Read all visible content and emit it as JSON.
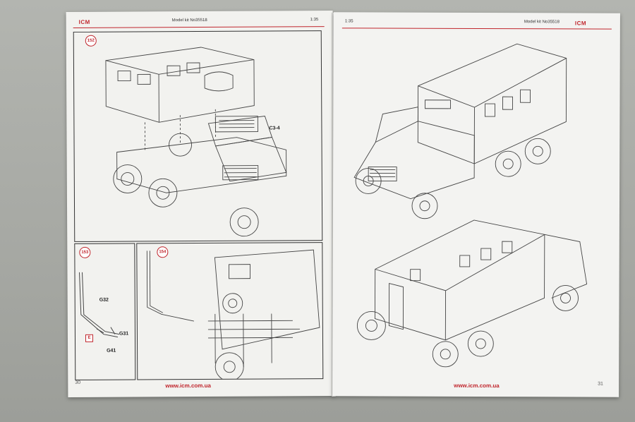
{
  "left_page": {
    "brand": "ICM",
    "model_kit": "Model kit No35518",
    "scale": "1:35",
    "steps": [
      "152",
      "153",
      "154"
    ],
    "part_label_main": "C3-4",
    "parts_153": [
      "G32",
      "G31",
      "G41"
    ],
    "e_marker": "E",
    "url": "www.icm.com.ua",
    "page_number": "30"
  },
  "right_page": {
    "brand": "ICM",
    "model_kit": "Model kit No35518",
    "scale": "1:35",
    "url": "www.icm.com.ua",
    "page_number": "31"
  },
  "colors": {
    "accent": "#c0262d",
    "paper": "#f2f2ef",
    "line": "#333333"
  }
}
